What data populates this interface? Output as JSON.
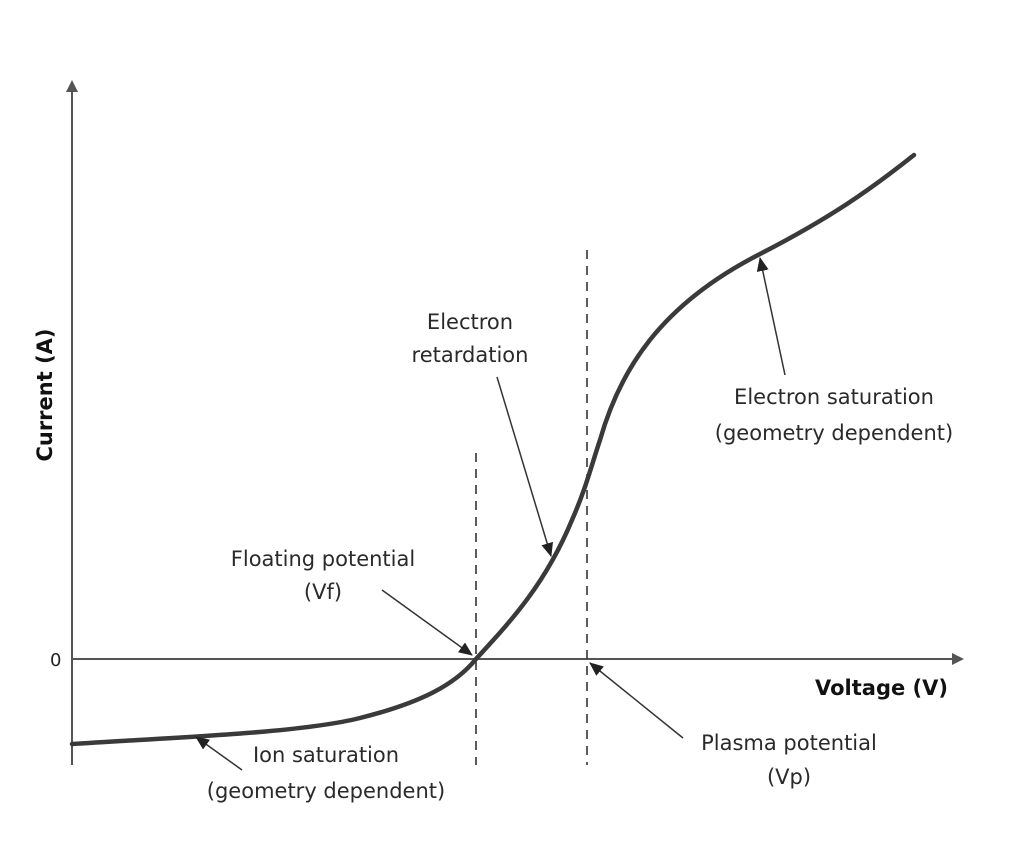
{
  "axes": {
    "x_title": "Voltage (V)",
    "y_title": "Current (A)",
    "zero_tick": "0"
  },
  "annotations": {
    "electron_retardation": [
      "Electron",
      "retardation"
    ],
    "electron_saturation": [
      "Electron saturation",
      "(geometry dependent)"
    ],
    "floating_potential": [
      "Floating potential",
      "(Vf)"
    ],
    "plasma_potential": [
      "Plasma potential",
      "(Vp)"
    ],
    "ion_saturation": [
      "Ion saturation",
      "(geometry dependent)"
    ]
  },
  "colors": {
    "curve": "#3a3a3a",
    "axis": "#555555",
    "text": "#2a2a2a"
  }
}
